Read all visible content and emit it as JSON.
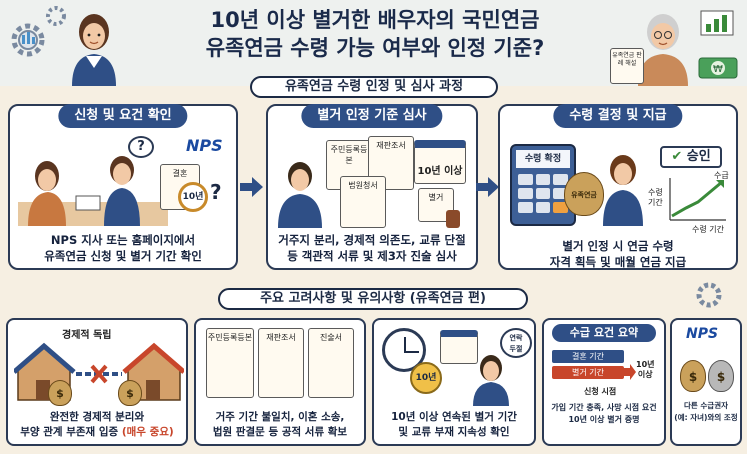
{
  "header": {
    "title_line1": "10년 이상 별거한 배우자의 국민연금",
    "title_line2": "유족연금 수령 가능 여부와 인정 기준?",
    "doc_label": "유족연금 판례 해설"
  },
  "process": {
    "section_title": "유족연금 수령 인정 및 심사 과정",
    "steps": [
      {
        "title": "신청 및 요건 확인",
        "desc_line1": "NPS 지사 또는 홈페이지에서",
        "desc_line2": "유족연금 신청 및 별거 기간 확인",
        "logo": "NPS",
        "doc_label": "결혼",
        "years_label": "10년"
      },
      {
        "title": "별거 인정 기준 심사",
        "desc_line1": "거주지 분리, 경제적 의존도, 교류 단절",
        "desc_line2": "등 객관적 서류 및 제3자 진술 심사",
        "doc_labels": [
          "주민등록등본",
          "재판조서",
          "법원청서",
          "별거"
        ],
        "calendar_label": "10년 이상"
      },
      {
        "title": "수령 결정 및 지급",
        "desc_line1": "별거 인정 시 연금 수령",
        "desc_line2": "자격 획득 및 매월 연금 지급",
        "calculator_label": "수령 확정",
        "bag_label": "유족연금",
        "approval_label": "승인",
        "chart_ylabel_line1": "수령",
        "chart_ylabel_line2": "기간",
        "chart_xlabel": "수령 기간",
        "chart_top_label": "수급"
      }
    ]
  },
  "considerations": {
    "section_title": "주요 고려사항 및 유의사항 (유족연금 편)",
    "cards": [
      {
        "label": "경제적 독립",
        "desc_line1": "완전한 경제적 분리와",
        "desc_line2_prefix": "부양 관계 부존재 입증 ",
        "desc_line2_highlight": "(매우 중요)"
      },
      {
        "doc_labels": [
          "주민등록등본",
          "재판조서",
          "진술서"
        ],
        "desc_line1": "거주 기간 불일치, 이혼 소송,",
        "desc_line2": "법원 판결문 등 공적 서류 확보"
      },
      {
        "clock_label": "10년",
        "bubble_label_line1": "연락",
        "bubble_label_line2": "두절",
        "desc_line1": "10년 이상 연속된 별거 기간",
        "desc_line2": "및 교류 부재 지속성 확인"
      },
      {
        "title": "수급 요건 요약",
        "bar1_label": "결혼 기간",
        "bar2_label": "별거 기간",
        "years_label_line1": "10년",
        "years_label_line2": "이상",
        "sub_label": "신청 시점",
        "desc_line1": "가입 기간 충족, 사망 시점 요건",
        "desc_line2": "10년 이상 별거 증명"
      },
      {
        "logo": "NPS",
        "desc_line1": "다른 수급권자",
        "desc_line2": "(예: 자녀)와의 조정"
      }
    ]
  },
  "colors": {
    "navy": "#2f4f86",
    "background": "#f6efe2",
    "accent_red": "#c8462b",
    "green": "#3a8a3a"
  }
}
